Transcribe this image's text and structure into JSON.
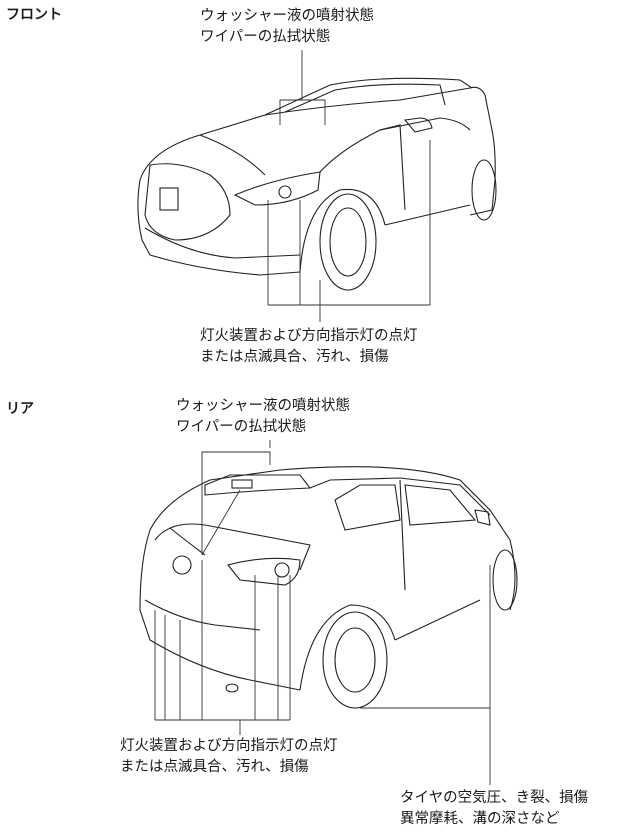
{
  "front": {
    "title": "フロント",
    "washer_wiper": [
      "ウォッシャー液の噴射状態",
      "ワイパーの払拭状態"
    ],
    "lights": [
      "灯火装置および方向指示灯の点灯",
      "または点滅具合、汚れ、損傷"
    ]
  },
  "rear": {
    "title": "リア",
    "washer_wiper": [
      "ウォッシャー液の噴射状態",
      "ワイパーの払拭状態"
    ],
    "lights": [
      "灯火装置および方向指示灯の点灯",
      "または点滅具合、汚れ、損傷"
    ],
    "tires": [
      "タイヤの空気圧、き裂、損傷",
      "異常摩耗、溝の深さなど"
    ]
  }
}
